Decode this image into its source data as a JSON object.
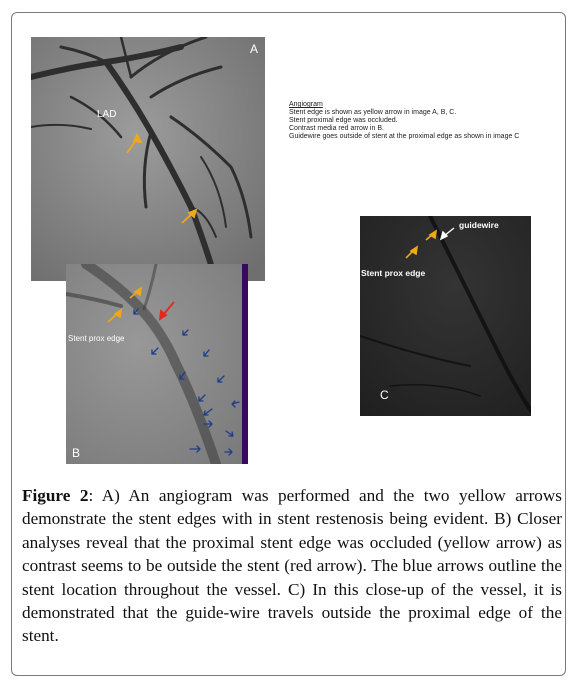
{
  "figure": {
    "panel_a": {
      "letter": "A",
      "vessel_label": "LAD"
    },
    "panel_b": {
      "letter": "B",
      "edge_label": "Stent prox edge"
    },
    "panel_c": {
      "letter": "C",
      "edge_label": "Stent prox edge",
      "wire_label": "guidewire"
    },
    "annotation": {
      "title": "Angiogram",
      "lines": [
        "Stent edge is shown as yellow arrow in image A, B, C.",
        "Stent proximal edge was occluded.",
        "Contrast media red arrow in B.",
        "Guidewire goes outside of stent at the proximal edge as shown in image C"
      ]
    },
    "caption": {
      "label": "Figure 2",
      "text": ": A) An angiogram was performed and the two yellow arrows demonstrate the stent edges with in stent restenosis being evident. B) Closer analyses reveal that the proximal stent edge was occluded (yellow arrow) as contrast seems to be outside the stent (red arrow). The blue arrows outline the stent location throughout the vessel. C) In this close-up of the vessel, it is demonstrated that the guide-wire travels outside the proximal edge of the stent."
    }
  },
  "colors": {
    "yellow_arrow": "#f0a818",
    "red_arrow": "#e02a20",
    "blue_arrow": "#1c3c8c",
    "white_arrow": "#ffffff",
    "angio_gray": "#8a8a8a",
    "panel_c_dark": "#2a2a2a",
    "purple_edge": "#3a0a5a"
  }
}
